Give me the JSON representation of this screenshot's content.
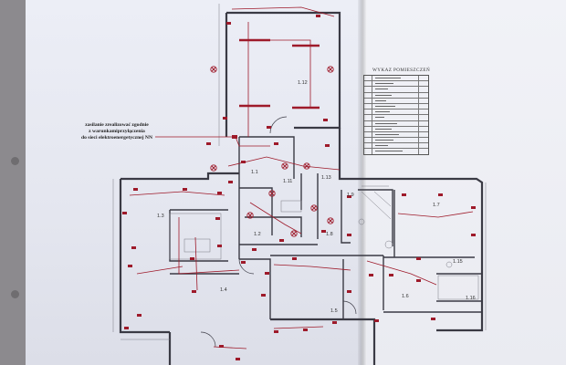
{
  "annotation": {
    "line1": "zasilanie zrealizować zgodnie",
    "line2": "z warunkamiprzyłączenia",
    "line3": "do sieci elektroenergetycznej NN"
  },
  "legend": {
    "title": "WYKAZ POMIESZCZEŃ"
  },
  "rooms": [
    "1.12",
    "1.1",
    "1.11",
    "1.13",
    "1.3",
    "1.9",
    "1.7",
    "1.2",
    "1.8",
    "1.15",
    "1.4",
    "1.6",
    "1.16",
    "1.5"
  ],
  "colors": {
    "wall": "#3a3a44",
    "electrical": "#9e1a2a",
    "paper": "#eceef6",
    "background": "#8c8a8e"
  },
  "icons": [
    "light-fixture-icon",
    "socket-icon",
    "switch-icon"
  ]
}
